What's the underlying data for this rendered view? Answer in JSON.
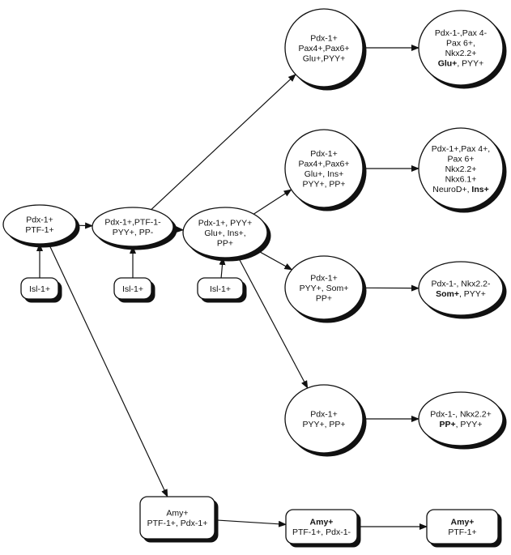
{
  "colors": {
    "ink": "#111111",
    "fill": "#ffffff",
    "shadow": "#111111"
  },
  "nodes": {
    "n1": {
      "shape": "ellipse",
      "lines": [
        [
          "Pdx-1+"
        ],
        [
          "PTF-1+"
        ]
      ]
    },
    "n2": {
      "shape": "ellipse",
      "lines": [
        [
          "Pdx-1+,PTF-1-"
        ],
        [
          "PYY+, PP-"
        ]
      ]
    },
    "n3": {
      "shape": "ellipse",
      "lines": [
        [
          "Pdx-1+, PYY+"
        ],
        [
          "Glu+, Ins+,"
        ],
        [
          "PP+"
        ]
      ]
    },
    "i1": {
      "shape": "box",
      "lines": [
        [
          "Isl-1+"
        ]
      ]
    },
    "i2": {
      "shape": "box",
      "lines": [
        [
          "Isl-1+"
        ]
      ]
    },
    "i3": {
      "shape": "box",
      "lines": [
        [
          "Isl-1+"
        ]
      ]
    },
    "c1": {
      "shape": "circle",
      "lines": [
        [
          "Pdx-1+"
        ],
        [
          "Pax4+,Pax6+"
        ],
        [
          "Glu+,PYY+"
        ]
      ]
    },
    "c2": {
      "shape": "circle",
      "lines": [
        [
          "Pdx-1+"
        ],
        [
          "Pax4+,Pax6+"
        ],
        [
          "Glu+, Ins+"
        ],
        [
          "PYY+, PP+"
        ]
      ]
    },
    "c3": {
      "shape": "circle",
      "lines": [
        [
          "Pdx-1+"
        ],
        [
          "PYY+, Som+"
        ],
        [
          "PP+"
        ]
      ]
    },
    "c4": {
      "shape": "circle",
      "lines": [
        [
          "Pdx-1+"
        ],
        [
          "PYY+, PP+"
        ]
      ]
    },
    "r1": {
      "shape": "circle",
      "lines": [
        [
          "Pdx-1-,Pax 4-"
        ],
        [
          "Pax 6+,"
        ],
        [
          "Nkx2.2+"
        ],
        [
          {
            "t": "Glu+",
            "b": true
          },
          ",  PYY+"
        ]
      ]
    },
    "r2": {
      "shape": "circle",
      "lines": [
        [
          "Pdx-1+,Pax 4+,"
        ],
        [
          "Pax 6+"
        ],
        [
          "Nkx2.2+"
        ],
        [
          "Nkx6.1+"
        ],
        [
          "NeuroD+, ",
          {
            "t": "Ins+",
            "b": true
          }
        ]
      ]
    },
    "r3": {
      "shape": "ellipse",
      "lines": [
        [
          "Pdx-1-, Nkx2.2-"
        ],
        [
          {
            "t": "Som+",
            "b": true
          },
          ", PYY+"
        ]
      ]
    },
    "r4": {
      "shape": "ellipse",
      "lines": [
        [
          "Pdx-1-, Nkx2.2+"
        ],
        [
          {
            "t": "PP+",
            "b": true
          },
          ", PYY+"
        ]
      ]
    },
    "a1": {
      "shape": "box",
      "lines": [
        [
          "Amy+"
        ],
        [
          "PTF-1+, Pdx-1+"
        ]
      ]
    },
    "a2": {
      "shape": "box",
      "lines": [
        [
          {
            "t": "Amy+",
            "b": true
          }
        ],
        [
          "PTF-1+, Pdx-1-"
        ]
      ]
    },
    "a3": {
      "shape": "box",
      "lines": [
        [
          {
            "t": "Amy+",
            "b": true
          }
        ],
        [
          "PTF-1+"
        ]
      ]
    }
  },
  "edges": [
    {
      "from": "i1",
      "to": "n1"
    },
    {
      "from": "i2",
      "to": "n2"
    },
    {
      "from": "i3",
      "to": "n3"
    },
    {
      "from": "n1",
      "to": "n2"
    },
    {
      "from": "n2",
      "to": "n3"
    },
    {
      "from": "n2",
      "to": "c1"
    },
    {
      "from": "n3",
      "to": "c2"
    },
    {
      "from": "n3",
      "to": "c3"
    },
    {
      "from": "n3",
      "to": "c4"
    },
    {
      "from": "c1",
      "to": "r1"
    },
    {
      "from": "c2",
      "to": "r2"
    },
    {
      "from": "c3",
      "to": "r3"
    },
    {
      "from": "c4",
      "to": "r4"
    },
    {
      "from": "n1",
      "to": "a1"
    },
    {
      "from": "a1",
      "to": "a2"
    },
    {
      "from": "a2",
      "to": "a3"
    }
  ]
}
